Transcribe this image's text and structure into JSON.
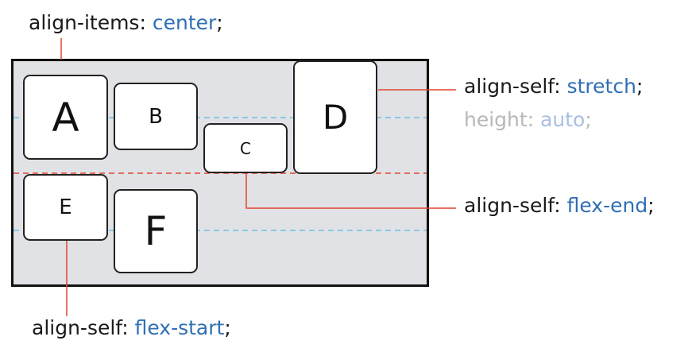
{
  "captions": {
    "top": {
      "prop": "align-items:",
      "value": "center",
      "end": ";"
    },
    "stretch": {
      "prop": "align-self:",
      "value": "stretch",
      "end": ";"
    },
    "height": {
      "prop": "height:",
      "value": "auto",
      "end": ";"
    },
    "flex_end": {
      "prop": "align-self:",
      "value": "flex-end",
      "end": ";"
    },
    "flex_start": {
      "prop": "align-self:",
      "value": "flex-start",
      "end": ";"
    }
  },
  "boxes": {
    "a": "A",
    "b": "B",
    "c": "C",
    "d": "D",
    "e": "E",
    "f": "F"
  },
  "colors": {
    "keyword_blue": "#2f6fb5",
    "container_gray": "#e1e2e5",
    "leader_red": "#e0452f",
    "center_line_blue": "#6cc0e6",
    "baseline_red": "#e0452f"
  }
}
